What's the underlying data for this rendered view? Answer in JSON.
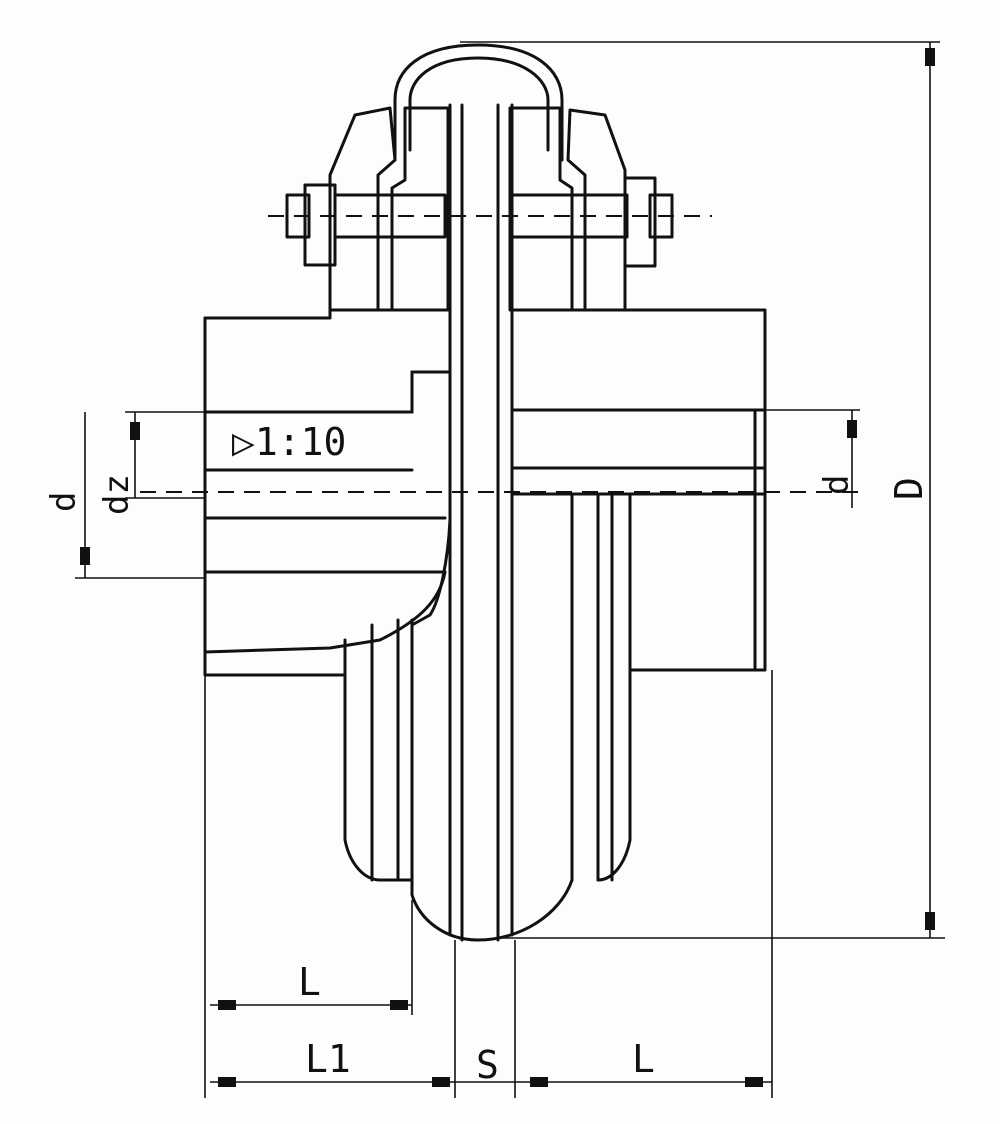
{
  "labels": {
    "taper": "▷1:10",
    "d_left": "d",
    "dz": "dz",
    "d_right": "d",
    "D": "D",
    "L_top": "L",
    "L1": "L1",
    "S": "S",
    "L_bottom": "L"
  }
}
